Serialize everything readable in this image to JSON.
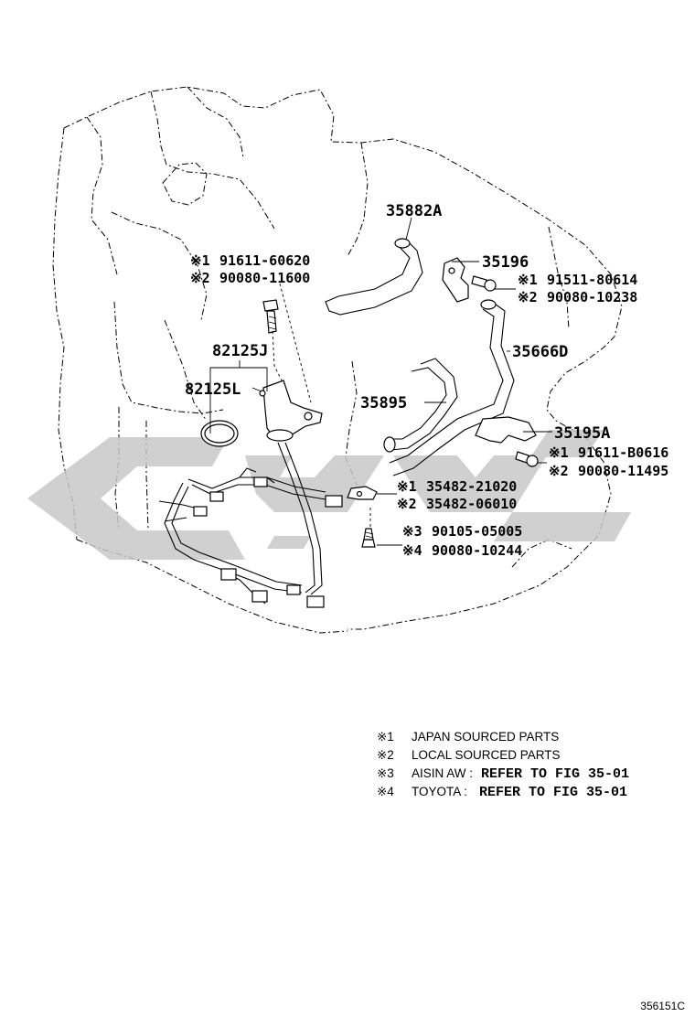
{
  "callouts": {
    "p35882A": "35882A",
    "p35196": "35196",
    "p35666D": "35666D",
    "p35895": "35895",
    "p35195A": "35195A",
    "p82125J": "82125J",
    "p82125L": "82125L"
  },
  "bolt_left": {
    "m1": "※1",
    "n1": "91611-60620",
    "m2": "※2",
    "n2": "90080-11600"
  },
  "bolt_35196": {
    "m1": "※1",
    "n1": "91511-80614",
    "m2": "※2",
    "n2": "90080-10238"
  },
  "bolt_35195A": {
    "m1": "※1",
    "n1": "91611-B0616",
    "m2": "※2",
    "n2": "90080-11495"
  },
  "clamp": {
    "m1": "※1",
    "n1": "35482-21020",
    "m2": "※2",
    "n2": "35482-06010"
  },
  "screw": {
    "m3": "※3",
    "n3": "90105-05005",
    "m4": "※4",
    "n4": "90080-10244"
  },
  "legend": [
    {
      "mark": "※1",
      "text": "JAPAN SOURCED PARTS",
      "ref": ""
    },
    {
      "mark": "※2",
      "text": "LOCAL SOURCED PARTS",
      "ref": ""
    },
    {
      "mark": "※3",
      "text": "AISIN AW :",
      "ref": "REFER TO FIG 35-01"
    },
    {
      "mark": "※4",
      "text": "TOYOTA :",
      "ref": "REFER TO FIG 35-01"
    }
  ],
  "figure_number": "356151C",
  "colors": {
    "watermark": "#c8c8c8",
    "line": "#000000"
  }
}
